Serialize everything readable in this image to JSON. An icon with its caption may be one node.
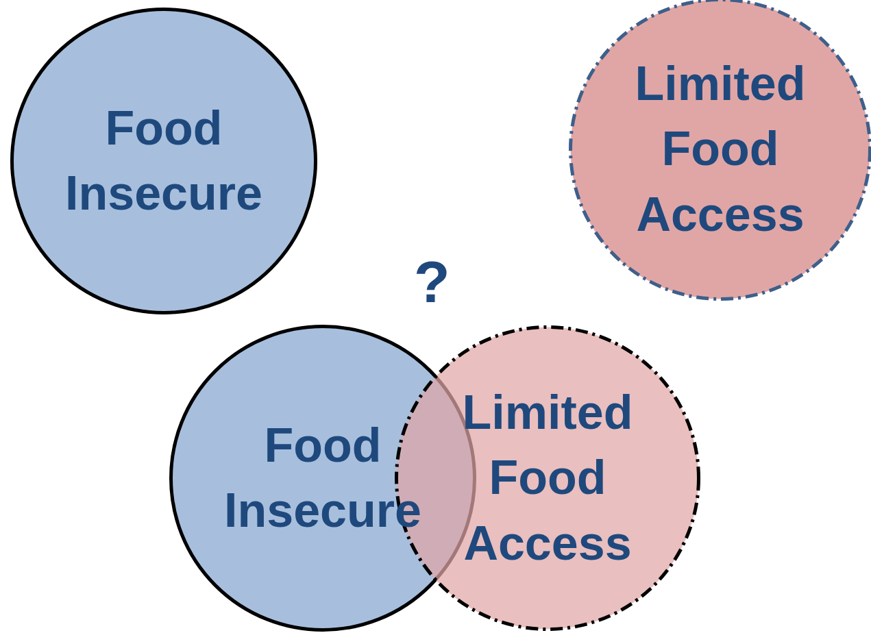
{
  "diagram": {
    "nodes": [
      {
        "text": [
          "Food Insecure"
        ]
      },
      {
        "text": [
          "Limited Food Access"
        ]
      },
      {
        "text": [
          "Food Insecure"
        ]
      },
      {
        "text": [
          "Limited Food Access"
        ]
      }
    ],
    "labels": [
      "?"
    ]
  }
}
